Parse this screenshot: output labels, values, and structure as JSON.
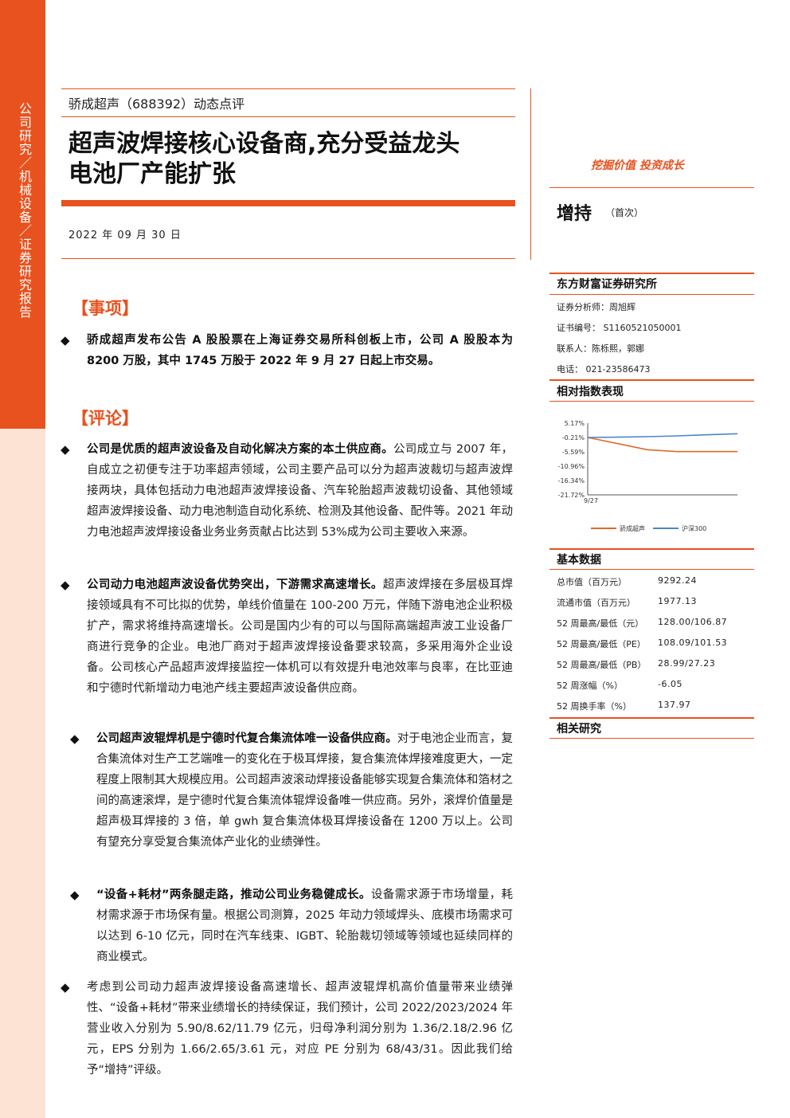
{
  "sidebar": {
    "text": "公司研究／机械设备／证券研究报告"
  },
  "header": {
    "subtitle": "骄成超声（688392）动态点评",
    "title_line1": "超声波焊接核心设备商,充分受益龙头",
    "title_line2": "电池厂产能扩张",
    "date": "2022 年 09 月 30 日"
  },
  "event": {
    "heading": "【事项】",
    "items": [
      {
        "bold": "骄成超声发布公告 A 股股票在上海证券交易所科创板上市，公司 A 股股本为 8200 万股，其中 1745 万股于 2022 年 9 月 27 日起上市交易。",
        "text": ""
      }
    ]
  },
  "comment": {
    "heading": "【评论】",
    "items": [
      {
        "bold": "公司是优质的超声波设备及自动化解决方案的本土供应商。",
        "text": "公司成立与 2007 年，自成立之初便专注于功率超声领域，公司主要产品可以分为超声波裁切与超声波焊接两块，具体包括动力电池超声波焊接设备、汽车轮胎超声波裁切设备、其他领域超声波焊接设备、动力电池制造自动化系统、检测及其他设备、配件等。2021 年动力电池超声波焊接设备业务业务贡献占比达到 53%成为公司主要收入来源。"
      },
      {
        "bold": "公司动力电池超声波设备优势突出，下游需求高速增长。",
        "text": "超声波焊接在多层极耳焊接领域具有不可比拟的优势，单线价值量在 100-200 万元，伴随下游电池企业积极扩产，需求将维持高速增长。公司是国内少有的可以与国际高端超声波工业设备厂商进行竞争的企业。电池厂商对于超声波焊接设备要求较高，多采用海外企业设备。公司核心产品超声波焊接监控一体机可以有效提升电池效率与良率，在比亚迪和宁德时代新增动力电池产线主要超声波设备供应商。"
      },
      {
        "bold": "公司超声波辊焊机是宁德时代复合集流体唯一设备供应商。",
        "text": "对于电池企业而言，复合集流体对生产工艺端唯一的变化在于极耳焊接，复合集流体焊接难度更大，一定程度上限制其大规模应用。公司超声波滚动焊接设备能够实现复合集流体和箔材之间的高速滚焊，是宁德时代复合集流体辊焊设备唯一供应商。另外，滚焊价值量是超声极耳焊接的 3 倍，单 gwh 复合集流体极耳焊接设备在 1200 万以上。公司有望充分享受复合集流体产业化的业绩弹性。"
      },
      {
        "bold": "“设备+耗材”两条腿走路，推动公司业务稳健成长。",
        "text": "设备需求源于市场增量，耗材需求源于市场保有量。根据公司测算，2025 年动力领域焊头、底模市场需求可以达到 6-10 亿元，同时在汽车线束、IGBT、轮胎裁切领域等领域也延续同样的商业模式。"
      },
      {
        "bold": "",
        "text": "考虑到公司动力超声波焊接设备高速增长、超声波辊焊机高价值量带来业绩弹性、“设备+耗材”带来业绩增长的持续保证，我们预计，公司 2022/2023/2024 年营业收入分别为 5.90/8.62/11.79 亿元，归母净利润分别为 1.36/2.18/2.96 亿元，EPS 分别为 1.66/2.65/3.61 元，对应 PE 分别为 68/43/31。因此我们给予“增持”评级。"
      }
    ]
  },
  "right": {
    "slogan": "挖掘价值 投资成长",
    "rating": "增持",
    "rating_sub": "（首次）",
    "institute": "东方财富证券研究所",
    "analyst": "证券分析师：周旭辉",
    "cert": "证书编号：  S1160521050001",
    "contact": "联系人：陈栎熙，郭娜",
    "phone": "电话：  021-23586473",
    "chart_heading": "相对指数表现",
    "basic_heading": "基本数据",
    "basic": [
      {
        "label": "总市值（百万元）",
        "value": "9292.24"
      },
      {
        "label": "流通市值（百万元）",
        "value": "1977.13"
      },
      {
        "label": "52 周最高/最低（元）",
        "value": "128.00/106.87"
      },
      {
        "label": "52 周最高/最低（PE）",
        "value": "108.09/101.53"
      },
      {
        "label": "52 周最高/最低（PB）",
        "value": "28.99/27.23"
      },
      {
        "label": "52 周涨幅（%）",
        "value": "-6.05"
      },
      {
        "label": "52 周换手率（%）",
        "value": "137.97"
      }
    ],
    "related_heading": "相关研究"
  },
  "chart_data": {
    "type": "line",
    "y_ticks": [
      "5.17%",
      "-0.21%",
      "-5.59%",
      "-10.96%",
      "-16.34%",
      "-21.72%"
    ],
    "ylim": [
      -21.72,
      5.17
    ],
    "x_ticks": [
      "9/27"
    ],
    "series": [
      {
        "name": "骄成超声",
        "color": "#e06a2a",
        "values": [
          -0.21,
          -2.5,
          -4.8,
          -5.5,
          -5.5,
          -5.5
        ]
      },
      {
        "name": "沪深300",
        "color": "#4a86c8",
        "values": [
          -0.21,
          -0.1,
          0.1,
          0.4,
          0.8,
          1.2
        ]
      }
    ]
  }
}
